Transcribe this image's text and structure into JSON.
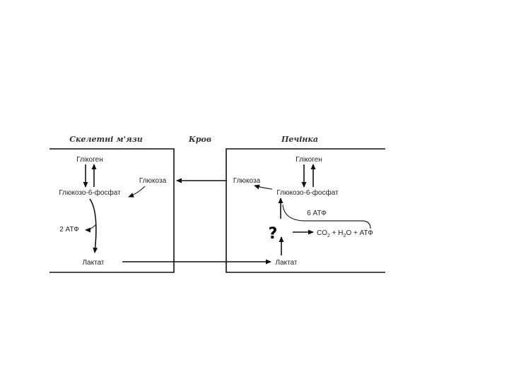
{
  "headers": {
    "muscle": "Скелетні м'язи",
    "blood": "Кров",
    "liver": "Печінка"
  },
  "muscle": {
    "glycogen": "Глікоген",
    "glucose": "Глюкоза",
    "g6p": "Глюкозо-6-фосфат",
    "atp": "2 АТФ",
    "lactate": "Лактат"
  },
  "liver": {
    "glycogen": "Глікоген",
    "glucose": "Глюкоза",
    "g6p": "Глюкозо-6-фосфат",
    "atp": "6 АТФ",
    "co2": "CO",
    "co2_sub": "2",
    "plus_h2o": " + H",
    "h2o_sub": "2",
    "o_plus_atp": "O + АТФ",
    "lactate": "Лактат",
    "question": "?"
  }
}
